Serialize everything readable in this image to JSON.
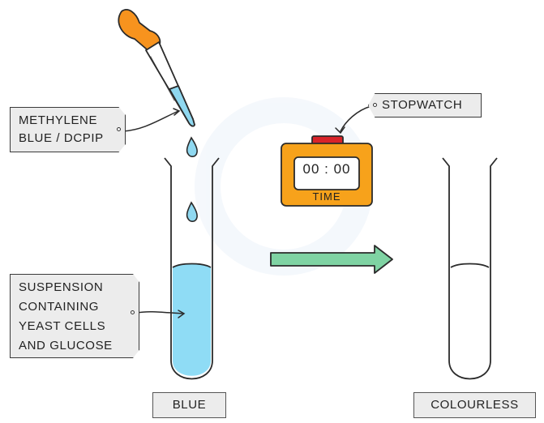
{
  "labels": {
    "indicator": [
      "METHYLENE",
      "BLUE / DCPIP"
    ],
    "stopwatch": "STOPWATCH",
    "suspension": [
      "SUSPENSION",
      "CONTAINING",
      "YEAST CELLS",
      "AND GLUCOSE"
    ],
    "timer_display": "00 : 00",
    "timer_caption": "TIME",
    "start_state": "BLUE",
    "end_state": "COLOURLESS"
  },
  "colors": {
    "dropper_bulb": "#f7931e",
    "dropper_liquid": "#8fd8f0",
    "drop": "#8fd8f0",
    "solution_blue": "#8fdcf5",
    "stopwatch_body": "#f7a21b",
    "stopwatch_button": "#d9242a",
    "arrow": "#7fd3a3",
    "tag_fill": "#ececec",
    "outline": "#2b2b2b"
  },
  "icons": [
    "dropper-icon",
    "drop-icon",
    "test-tube-icon",
    "stopwatch-icon",
    "arrow-icon"
  ]
}
